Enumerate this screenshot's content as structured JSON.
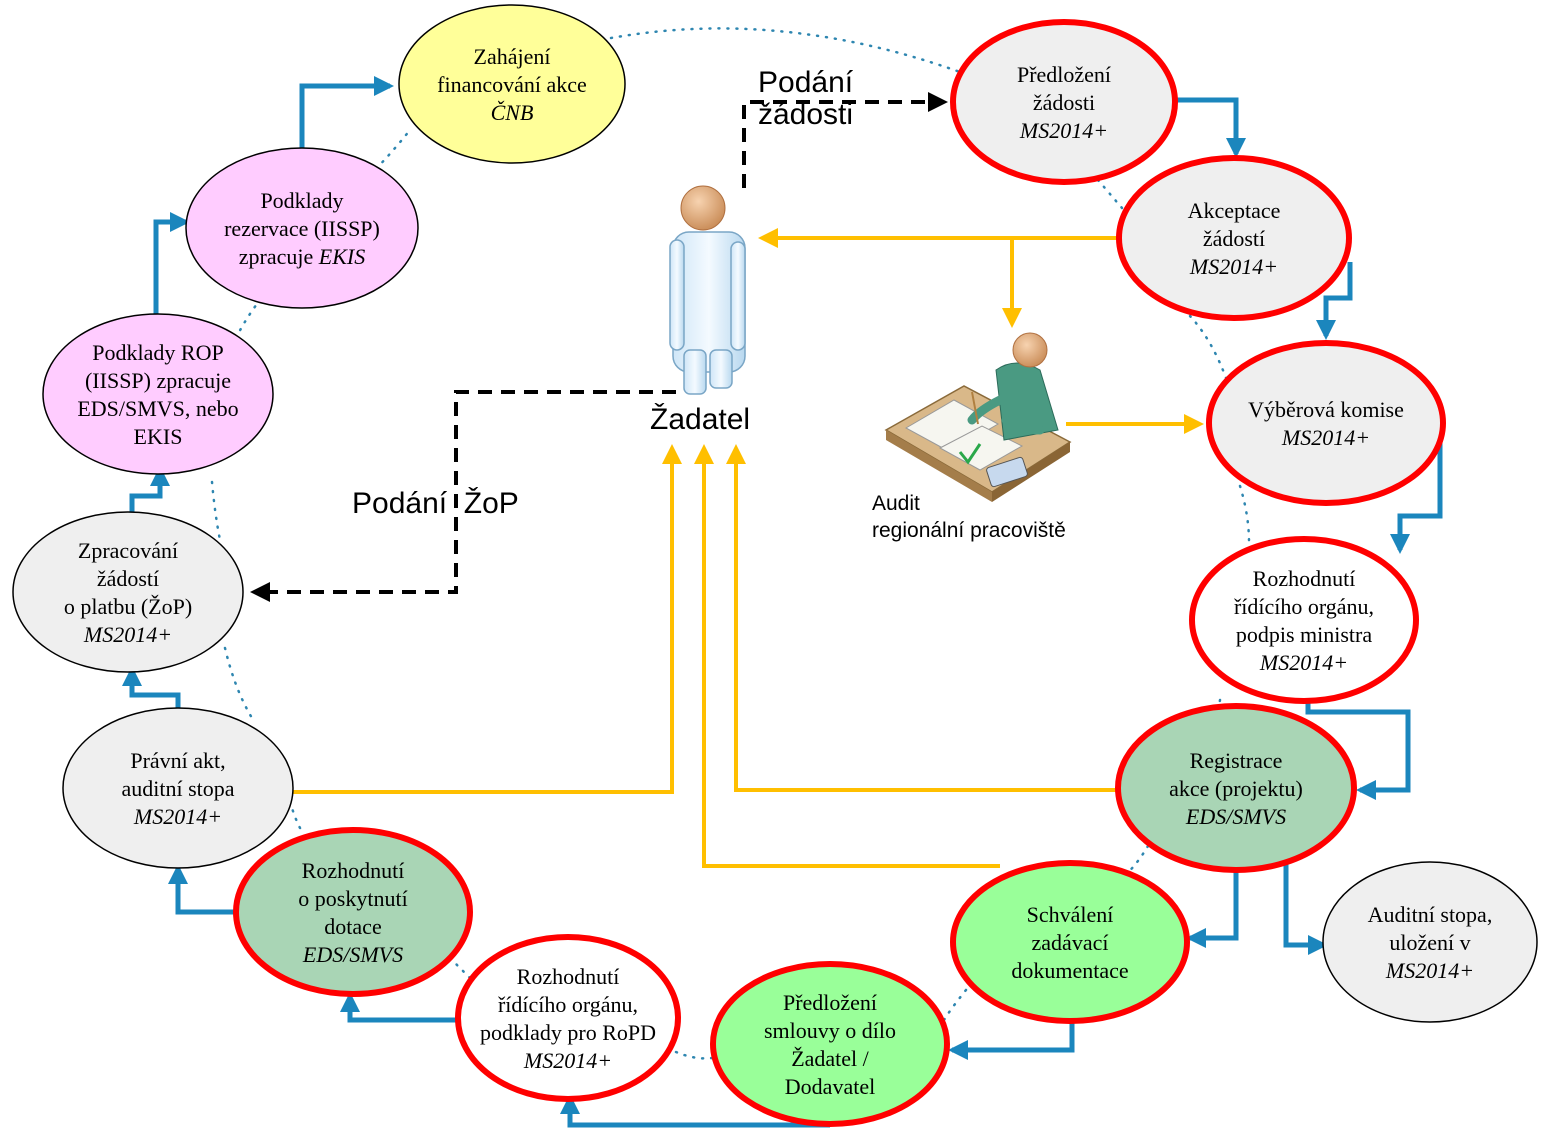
{
  "nodes": {
    "zahajeni": {
      "lines": [
        "Zahájení",
        "financování akce",
        "ČNB"
      ],
      "italic": [
        2
      ],
      "fill": "#ffff99",
      "outline": "#000000",
      "highlight": false
    },
    "predlozeni_zadosti": {
      "lines": [
        "Předložení",
        "žádosti",
        "MS2014+"
      ],
      "italic": [
        2
      ],
      "fill": "#efefef",
      "outline": "#ff0000",
      "highlight": true
    },
    "akceptace": {
      "lines": [
        "Akceptace",
        "žádostí",
        "MS2014+"
      ],
      "italic": [
        2
      ],
      "fill": "#efefef",
      "outline": "#ff0000",
      "highlight": true
    },
    "vyberova": {
      "lines": [
        "Výběrová komise",
        "MS2014+"
      ],
      "italic": [
        1
      ],
      "fill": "#efefef",
      "outline": "#ff0000",
      "highlight": true
    },
    "rozhodnuti_ministr": {
      "lines": [
        "Rozhodnutí",
        "řídícího orgánu,",
        "podpis ministra",
        "MS2014+"
      ],
      "italic": [
        3
      ],
      "fill": "#ffffff",
      "outline": "#ff0000",
      "highlight": true
    },
    "registrace": {
      "lines": [
        "Registrace",
        "akce (projektu)",
        "EDS/SMVS"
      ],
      "italic": [
        2
      ],
      "fill": "#a9d5b5",
      "outline": "#ff0000",
      "highlight": true
    },
    "auditni_ulozeni": {
      "lines": [
        "Auditní stopa,",
        "uložení v",
        "MS2014+"
      ],
      "italic": [
        2
      ],
      "fill": "#efefef",
      "outline": "#000000",
      "highlight": false
    },
    "schvaleni": {
      "lines": [
        "Schválení",
        "zadávací",
        "dokumentace"
      ],
      "italic": [],
      "fill": "#99ff99",
      "outline": "#ff0000",
      "highlight": true
    },
    "predlozeni_smlouvy": {
      "lines": [
        "Předložení",
        "smlouvy o dílo",
        "Žadatel /",
        "Dodavatel"
      ],
      "italic": [],
      "fill": "#99ff99",
      "outline": "#ff0000",
      "highlight": true
    },
    "rozhodnuti_ropd": {
      "lines": [
        "Rozhodnutí",
        "řídícího orgánu,",
        "podklady pro RoPD",
        "MS2014+"
      ],
      "italic": [
        3
      ],
      "fill": "#ffffff",
      "outline": "#ff0000",
      "highlight": true
    },
    "rozhodnuti_dotace": {
      "lines": [
        "Rozhodnutí",
        "o poskytnutí",
        "dotace",
        "EDS/SMVS"
      ],
      "italic": [
        3
      ],
      "fill": "#a9d5b5",
      "outline": "#ff0000",
      "highlight": true
    },
    "pravni_akt": {
      "lines": [
        "Právní akt,",
        "auditní stopa",
        "MS2014+"
      ],
      "italic": [
        2
      ],
      "fill": "#efefef",
      "outline": "#000000",
      "highlight": false
    },
    "zpracovani_zop": {
      "lines": [
        "Zpracování",
        "žádostí",
        "o platbu (ŽoP)",
        "MS2014+"
      ],
      "italic": [
        3
      ],
      "fill": "#efefef",
      "outline": "#000000",
      "highlight": false
    },
    "podklady_rop": {
      "lines": [
        "Podklady ROP",
        "(IISSP) zpracuje",
        "EDS/SMVS, nebo",
        "EKIS"
      ],
      "italic": [],
      "fill": "#ffccff",
      "outline": "#000000",
      "highlight": false
    },
    "podklady_rezervace": {
      "lines": [
        "Podklady",
        "rezervace (IISSP)",
        "zpracuje EKIS"
      ],
      "italic": [],
      "fill": "#ffccff",
      "outline": "#000000",
      "highlight": false
    }
  },
  "labels": {
    "applicant": "Žadatel",
    "submission_lines": [
      "Podání",
      "žádosti"
    ],
    "payment_submission": "Podání  ŽoP",
    "audit_lines": [
      "Audit",
      "regionální pracoviště"
    ]
  },
  "icons": {
    "applicant": "person-icon",
    "auditor": "auditor-at-desk-icon"
  },
  "colors": {
    "flow": "#1b86bd",
    "feedback": "#ffbf00",
    "submission": "#000000",
    "highlight": "#ff0000"
  }
}
